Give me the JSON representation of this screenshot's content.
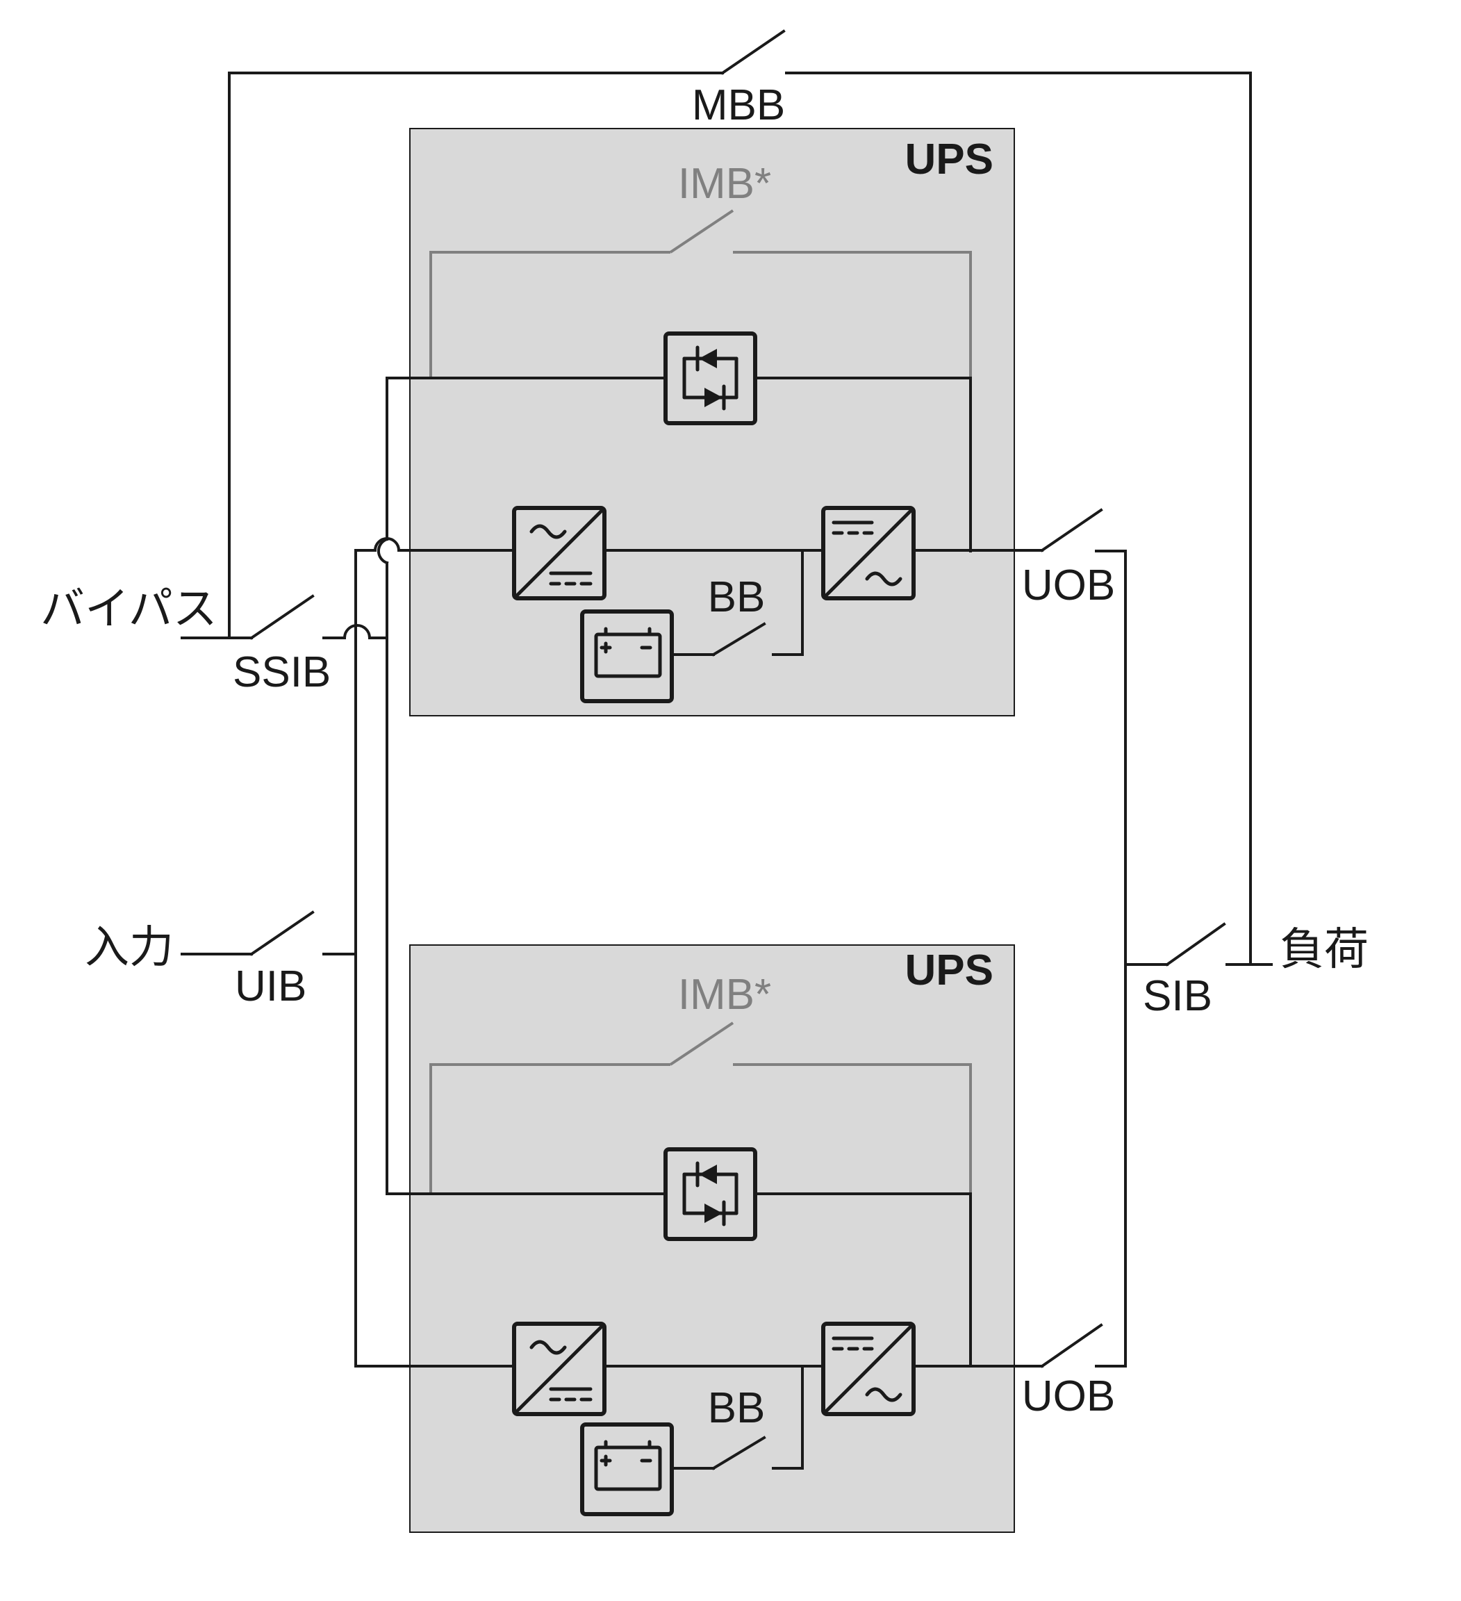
{
  "labels": {
    "mbb": "MBB",
    "bypass": "バイパス",
    "ssib": "SSIB",
    "input": "入力",
    "uib": "UIB",
    "load": "負荷",
    "sib": "SIB"
  },
  "ups_units": [
    {
      "title": "UPS",
      "imb": "IMB*",
      "bb": "BB",
      "uob": "UOB"
    },
    {
      "title": "UPS",
      "imb": "IMB*",
      "bb": "BB",
      "uob": "UOB"
    }
  ],
  "colors": {
    "line": "#1a1a1a",
    "maintenance_bypass_line": "#808080",
    "ups_fill": "#d9d9d9",
    "background": "#ffffff"
  },
  "icons": {
    "static_switch": "static-switch-icon",
    "rectifier": "rectifier-icon",
    "inverter": "inverter-icon",
    "battery": "battery-icon"
  }
}
